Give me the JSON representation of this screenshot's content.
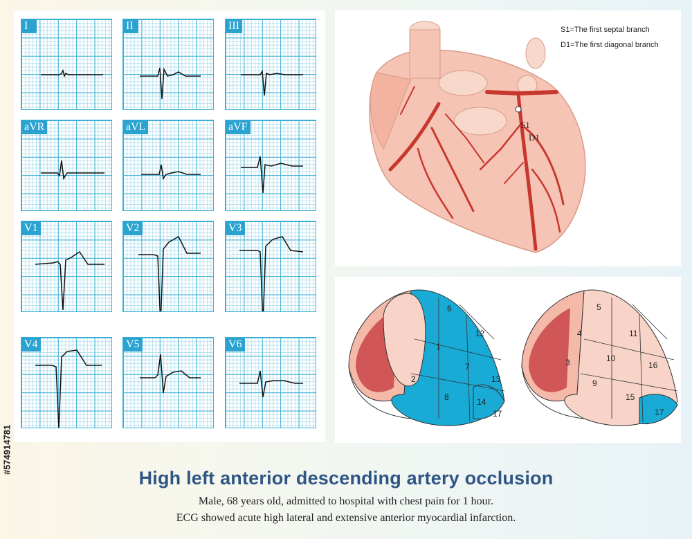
{
  "leads": [
    {
      "label": "I"
    },
    {
      "label": "II"
    },
    {
      "label": "III"
    },
    {
      "label": "aVR"
    },
    {
      "label": "aVL"
    },
    {
      "label": "aVF"
    },
    {
      "label": "V1"
    },
    {
      "label": "V2"
    },
    {
      "label": "V3"
    },
    {
      "label": "V4"
    },
    {
      "label": "V5"
    },
    {
      "label": "V6"
    }
  ],
  "heart": {
    "legend_s1": "S1=The first septal branch",
    "legend_d1": "D1=The first diagonal branch",
    "label_s1": "S1",
    "label_d1": "D1"
  },
  "bullseye": {
    "left_segments": [
      "6",
      "1",
      "12",
      "7",
      "2",
      "13",
      "8",
      "14",
      "17"
    ],
    "right_segments": [
      "5",
      "4",
      "11",
      "10",
      "3",
      "16",
      "9",
      "15",
      "17"
    ]
  },
  "title": "High left anterior descending artery occlusion",
  "subtitle_1": "Male, 68 years old, admitted to hospital with chest pain for 1 hour.",
  "subtitle_2": "ECG showed acute high lateral and extensive anterior myocardial infarction.",
  "watermark": "#574914781",
  "colors": {
    "grid": "#3ab0d6",
    "infarct": "#1aaad6",
    "artery": "#c8372d",
    "heart": "#f6c4b4",
    "title": "#2f5585"
  }
}
